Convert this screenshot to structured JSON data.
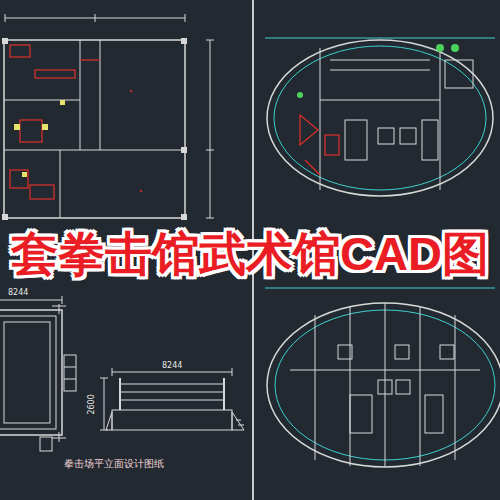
{
  "diagram": {
    "title": "套拳击馆武术馆CAD图",
    "labels": [
      "8244",
      "8244",
      "2600",
      "拳击场平立面设计图纸"
    ]
  }
}
